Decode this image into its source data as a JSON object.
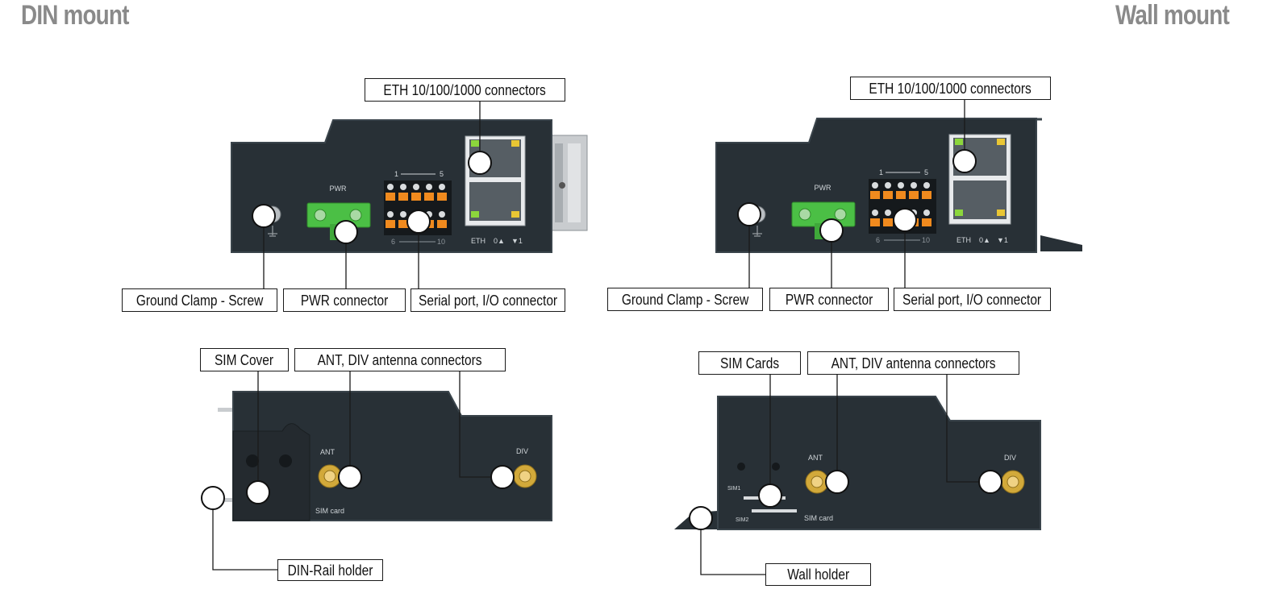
{
  "headings": {
    "din": "DIN mount",
    "wall": "Wall mount"
  },
  "din": {
    "front": {
      "eth": "ETH 10/100/1000 connectors",
      "ground": "Ground Clamp - Screw",
      "pwr": "PWR connector",
      "serial": "Serial port, I/O connector"
    },
    "back": {
      "sim": "SIM Cover",
      "ant": "ANT, DIV antenna connectors",
      "holder": "DIN-Rail holder"
    }
  },
  "wall": {
    "front": {
      "eth": "ETH 10/100/1000 connectors",
      "ground": "Ground Clamp - Screw",
      "pwr": "PWR connector",
      "serial": "Serial port, I/O connector"
    },
    "back": {
      "sim": "SIM Cards",
      "ant": "ANT, DIV antenna connectors",
      "holder": "Wall holder"
    }
  },
  "device_labels": {
    "pwr": "PWR",
    "pin_start": "1",
    "pin_end": "5",
    "pin_low": "6",
    "pin_high": "10",
    "eth": "ETH",
    "eth_port_0": "0▲",
    "eth_port_1": "▼1",
    "ant": "ANT",
    "div": "DIV",
    "sim_card": "SIM card",
    "sim1": "SIM1",
    "sim2": "SIM2"
  },
  "colors": {
    "device_body": "#283036",
    "device_edge": "#3a444b",
    "terminal_green": "#4bbf45",
    "terminal_orange": "#f08a1e",
    "sma_gold": "#d2a93a",
    "eth_led_green": "#8cd63c",
    "eth_led_yellow": "#e9c634",
    "heading_gray": "#8a8a8a"
  }
}
